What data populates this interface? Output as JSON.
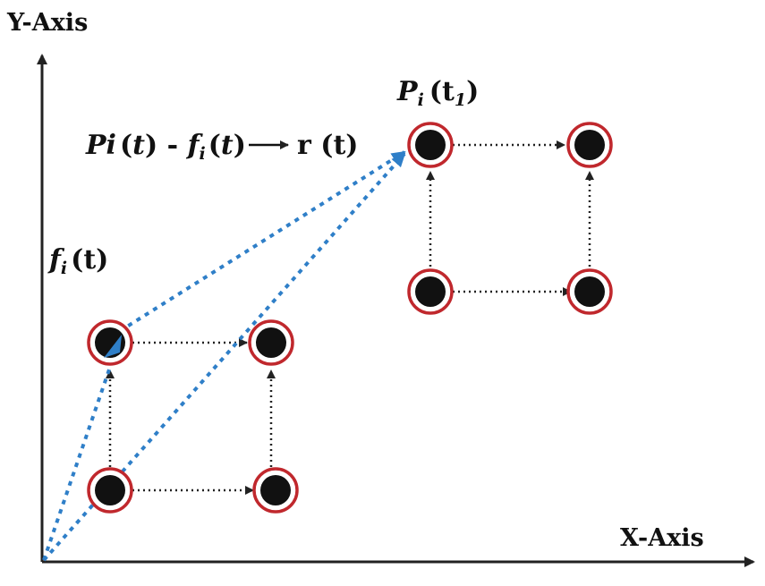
{
  "axes": {
    "y_label": "Y-Axis",
    "x_label": "X-Axis"
  },
  "labels": {
    "equation": {
      "p": "Pi",
      "t1": "(",
      "t2": "t",
      "t3": ")",
      "minus": " - ",
      "f": "f",
      "f_sub": "i",
      "ft1": "(",
      "ft2": "t",
      "ft3": ")",
      "rhs": "r (t)"
    },
    "fi": {
      "f": "f",
      "sub": "i",
      "paren": "(t)"
    },
    "pi_t1": {
      "p": "P",
      "sub": "i",
      "open": "(t",
      "t_sub": "1",
      "close": ")"
    }
  },
  "colors": {
    "node_ring": "#c0282d",
    "node_fill": "#111111",
    "vector": "#2f7fc8",
    "axis": "#222222",
    "dotted_arrow": "#222222"
  },
  "groups": [
    {
      "name": "fi",
      "nodes": [
        "top-left",
        "top-right",
        "bottom-left",
        "bottom-right"
      ]
    },
    {
      "name": "pi",
      "nodes": [
        "top-left",
        "top-right",
        "bottom-left",
        "bottom-right"
      ]
    }
  ]
}
